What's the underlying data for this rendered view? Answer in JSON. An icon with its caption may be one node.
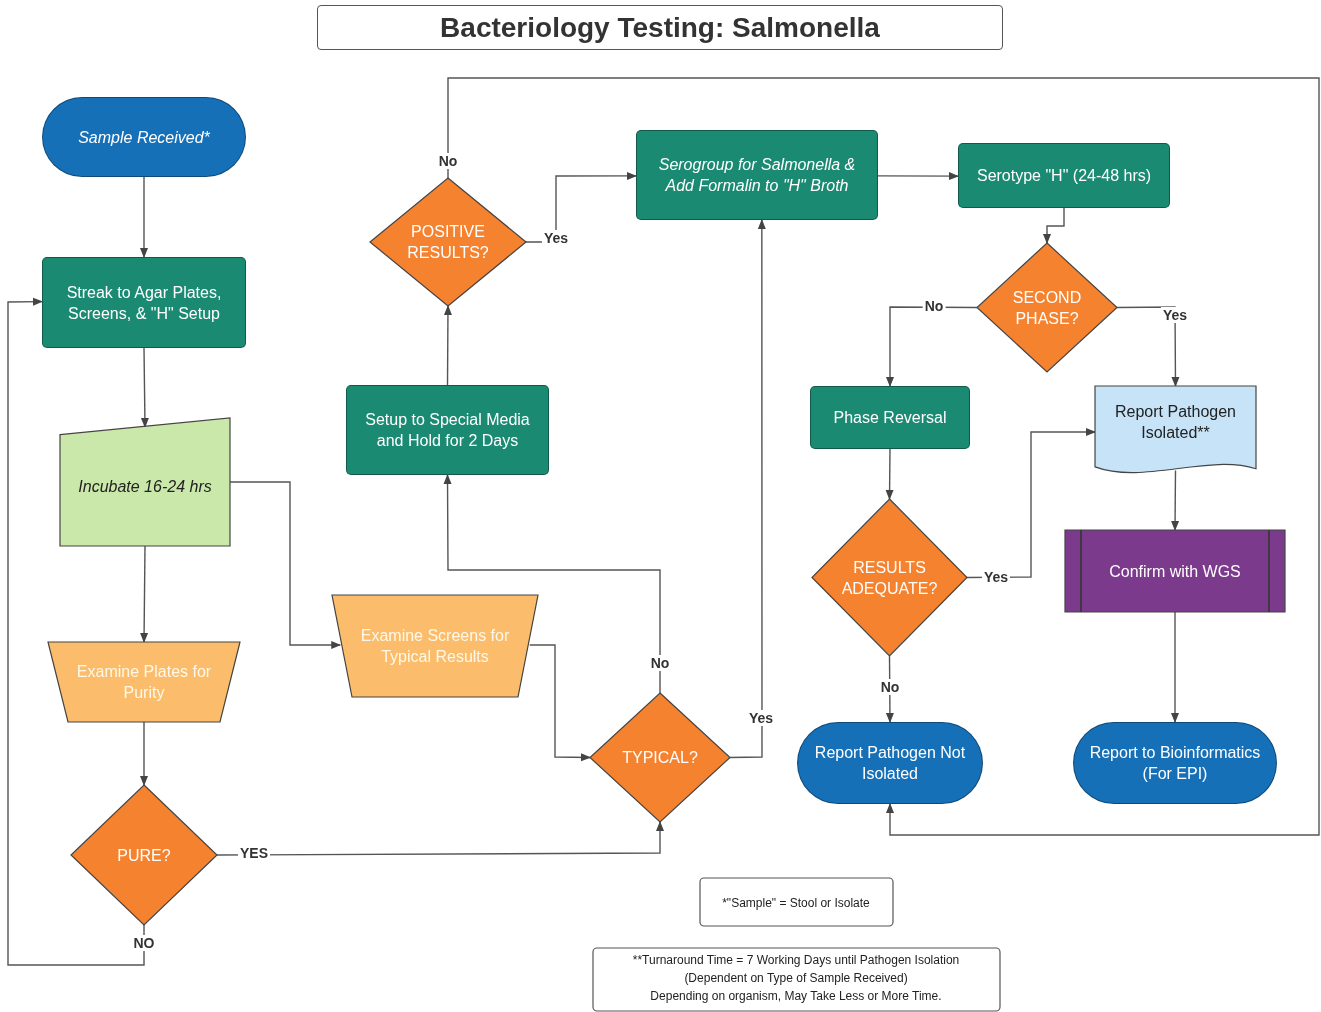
{
  "diagram": {
    "title": "Bacteriology Testing: Salmonella",
    "nodes": [
      {
        "text": [
          "Sample Received*"
        ]
      },
      {
        "text": [
          "Streak to Agar Plates, Screens, & \"H\" Setup"
        ]
      },
      {
        "text": [
          "Incubate 16-24 hrs"
        ]
      },
      {
        "text": [
          "Examine Plates for Purity"
        ]
      },
      {
        "text": [
          "PURE?"
        ]
      },
      {
        "text": [
          "Examine Screens for Typical Results"
        ]
      },
      {
        "text": [
          "TYPICAL?"
        ]
      },
      {
        "text": [
          "Setup to Special Media and Hold for 2 Days"
        ]
      },
      {
        "text": [
          "POSITIVE RESULTS?"
        ]
      },
      {
        "text": [
          "Serogroup for Salmonella & Add Formalin to \"H\" Broth"
        ]
      },
      {
        "text": [
          "Serotype \"H\" (24-48 hrs)"
        ]
      },
      {
        "text": [
          "SECOND PHASE?"
        ]
      },
      {
        "text": [
          "Phase Reversal"
        ]
      },
      {
        "text": [
          "RESULTS ADEQUATE?"
        ]
      },
      {
        "text": [
          "Report Pathogen Isolated**"
        ]
      },
      {
        "text": [
          "Confirm with WGS"
        ]
      },
      {
        "text": [
          "Report Pathogen Not Isolated"
        ]
      },
      {
        "text": [
          "Report to Bioinformatics (For EPI)"
        ]
      }
    ],
    "edges": [
      {
        "from": 0,
        "to": 1,
        "arrow": "to"
      },
      {
        "from": 1,
        "to": 2,
        "arrow": "to"
      },
      {
        "from": 2,
        "to": 3,
        "arrow": "to"
      },
      {
        "from": 2,
        "to": 5,
        "arrow": "to"
      },
      {
        "from": 3,
        "to": 4,
        "arrow": "to"
      },
      {
        "from": 4,
        "to": 6,
        "arrow": "to",
        "label": "YES"
      },
      {
        "from": 4,
        "to": 1,
        "arrow": "to",
        "label": "NO"
      },
      {
        "from": 5,
        "to": 6,
        "arrow": "to"
      },
      {
        "from": 6,
        "to": 7,
        "arrow": "to",
        "label": "No"
      },
      {
        "from": 6,
        "to": 9,
        "arrow": "to",
        "label": "Yes"
      },
      {
        "from": 7,
        "to": 8,
        "arrow": "to"
      },
      {
        "from": 8,
        "to": 9,
        "arrow": "to",
        "label": "Yes"
      },
      {
        "from": 8,
        "to": 16,
        "arrow": "to",
        "label": "No"
      },
      {
        "from": 9,
        "to": 10,
        "arrow": "to"
      },
      {
        "from": 10,
        "to": 11,
        "arrow": "to"
      },
      {
        "from": 11,
        "to": 12,
        "arrow": "to",
        "label": "No"
      },
      {
        "from": 11,
        "to": 14,
        "arrow": "to",
        "label": "Yes"
      },
      {
        "from": 12,
        "to": 13,
        "arrow": "to"
      },
      {
        "from": 13,
        "to": 14,
        "arrow": "to",
        "label": "Yes"
      },
      {
        "from": 13,
        "to": 16,
        "arrow": "to",
        "label": "No"
      },
      {
        "from": 14,
        "to": 15,
        "arrow": "to"
      },
      {
        "from": 15,
        "to": 17,
        "arrow": "to"
      }
    ],
    "labels": [
      "*\"Sample\" = Stool or Isolate",
      "**Turnaround Time = 7 Working Days until Pathogen Isolation",
      "(Dependent on Type of Sample Received)",
      "Depending on organism, May Take Less or More Time."
    ]
  }
}
